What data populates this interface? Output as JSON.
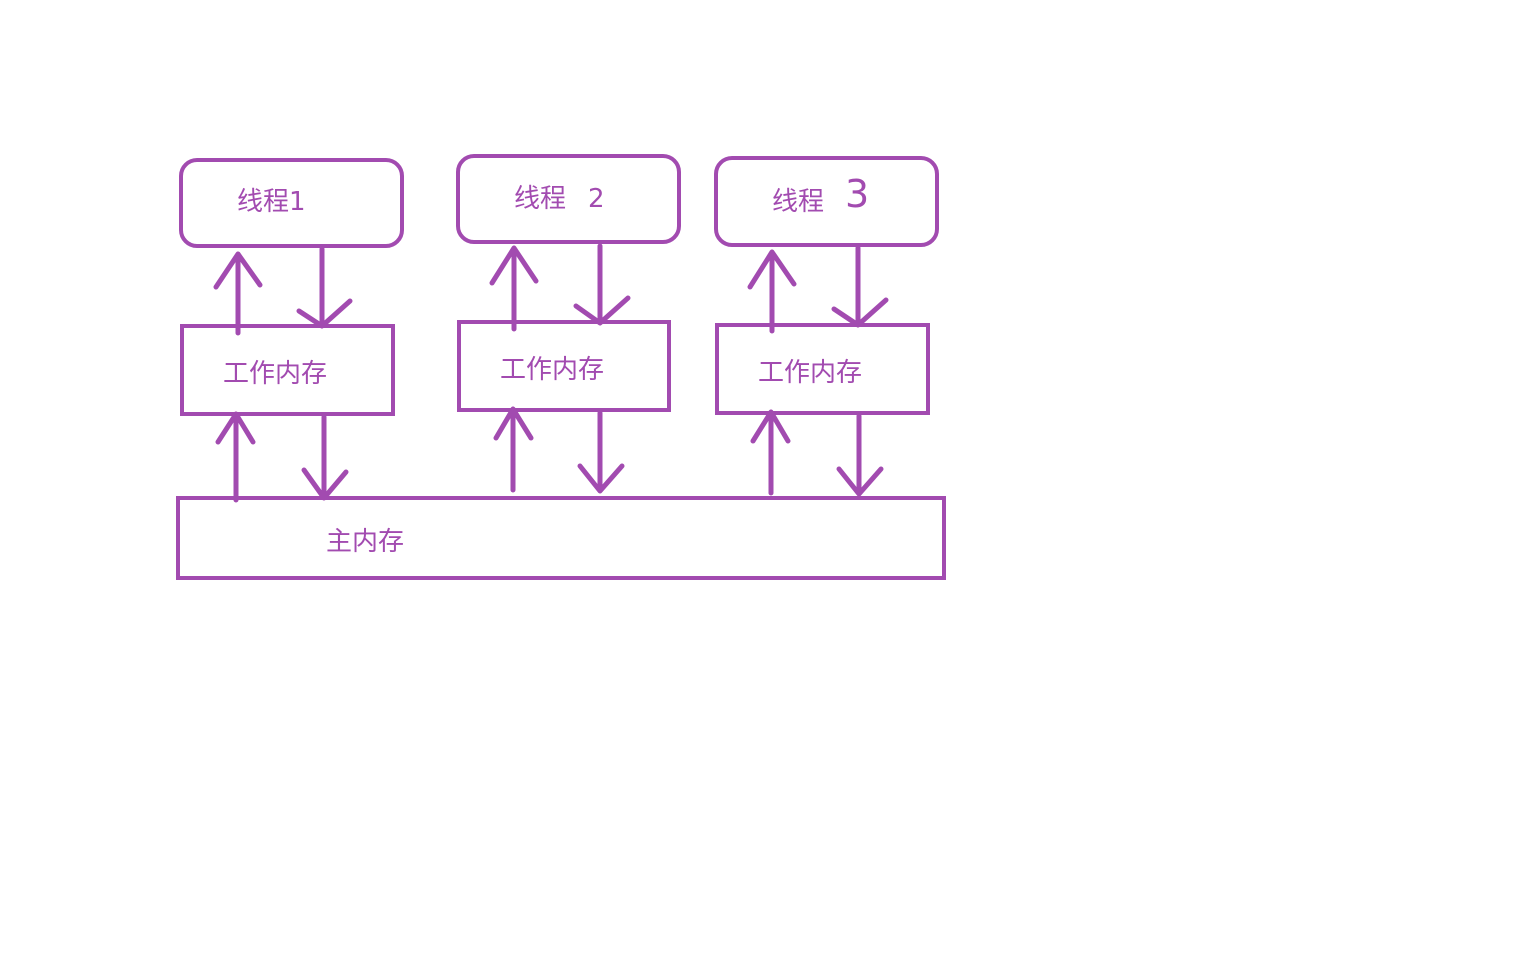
{
  "diagram": {
    "colors": {
      "stroke": "#a24bb0",
      "text": "#a24bb0",
      "background": "#ffffff"
    },
    "threads": [
      {
        "label": "线程1",
        "extra": ""
      },
      {
        "label": "线程",
        "extra": "2"
      },
      {
        "label": "线程",
        "extra": "3"
      }
    ],
    "working_memory": [
      {
        "label": "工作内存"
      },
      {
        "label": "工作内存"
      },
      {
        "label": "工作内存"
      }
    ],
    "main_memory": {
      "label": "主内存"
    }
  }
}
